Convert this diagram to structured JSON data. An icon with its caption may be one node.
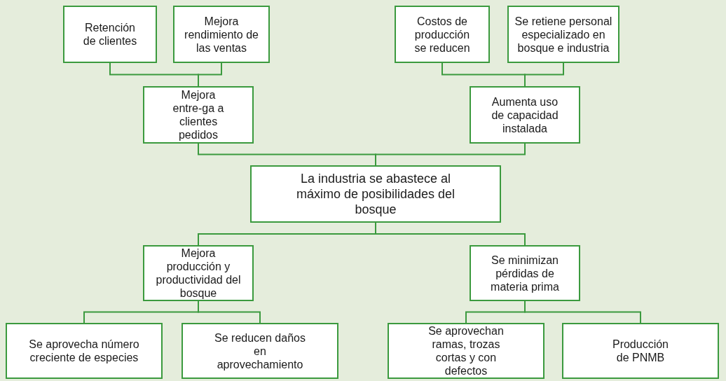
{
  "diagram": {
    "nodes": [
      {
        "text": [
          "Retención de clientes"
        ]
      },
      {
        "text": [
          "Mejora rendimiento de las ventas"
        ]
      },
      {
        "text": [
          "Costos de producción se reducen"
        ]
      },
      {
        "text": [
          "Se retiene personal especializado en bosque e industria"
        ]
      },
      {
        "text": [
          "Mejora entre-ga a clientes pedidos"
        ]
      },
      {
        "text": [
          "Aumenta uso de capacidad instalada"
        ]
      },
      {
        "text": [
          "La industria se abastece al máximo de posibilidades del bosque"
        ]
      },
      {
        "text": [
          "Mejora producción y productividad del bosque"
        ]
      },
      {
        "text": [
          "Se minimizan pérdidas de materia prima"
        ]
      },
      {
        "text": [
          "Se aprovecha número creciente de especies"
        ]
      },
      {
        "text": [
          "Se reducen daños en aprovechamiento"
        ]
      },
      {
        "text": [
          "Se aprovechan ramas, trozas cortas y con defectos"
        ]
      },
      {
        "text": [
          "Producción de PNMB"
        ]
      }
    ],
    "edges": [
      {
        "from": 0,
        "to": 4,
        "arrow": "none"
      },
      {
        "from": 1,
        "to": 4,
        "arrow": "none"
      },
      {
        "from": 2,
        "to": 5,
        "arrow": "none"
      },
      {
        "from": 3,
        "to": 5,
        "arrow": "none"
      },
      {
        "from": 4,
        "to": 6,
        "arrow": "none"
      },
      {
        "from": 5,
        "to": 6,
        "arrow": "none"
      },
      {
        "from": 7,
        "to": 6,
        "arrow": "none"
      },
      {
        "from": 8,
        "to": 6,
        "arrow": "none"
      },
      {
        "from": 9,
        "to": 7,
        "arrow": "none"
      },
      {
        "from": 10,
        "to": 7,
        "arrow": "none"
      },
      {
        "from": 11,
        "to": 8,
        "arrow": "none"
      },
      {
        "from": 12,
        "to": 8,
        "arrow": "none"
      }
    ]
  }
}
